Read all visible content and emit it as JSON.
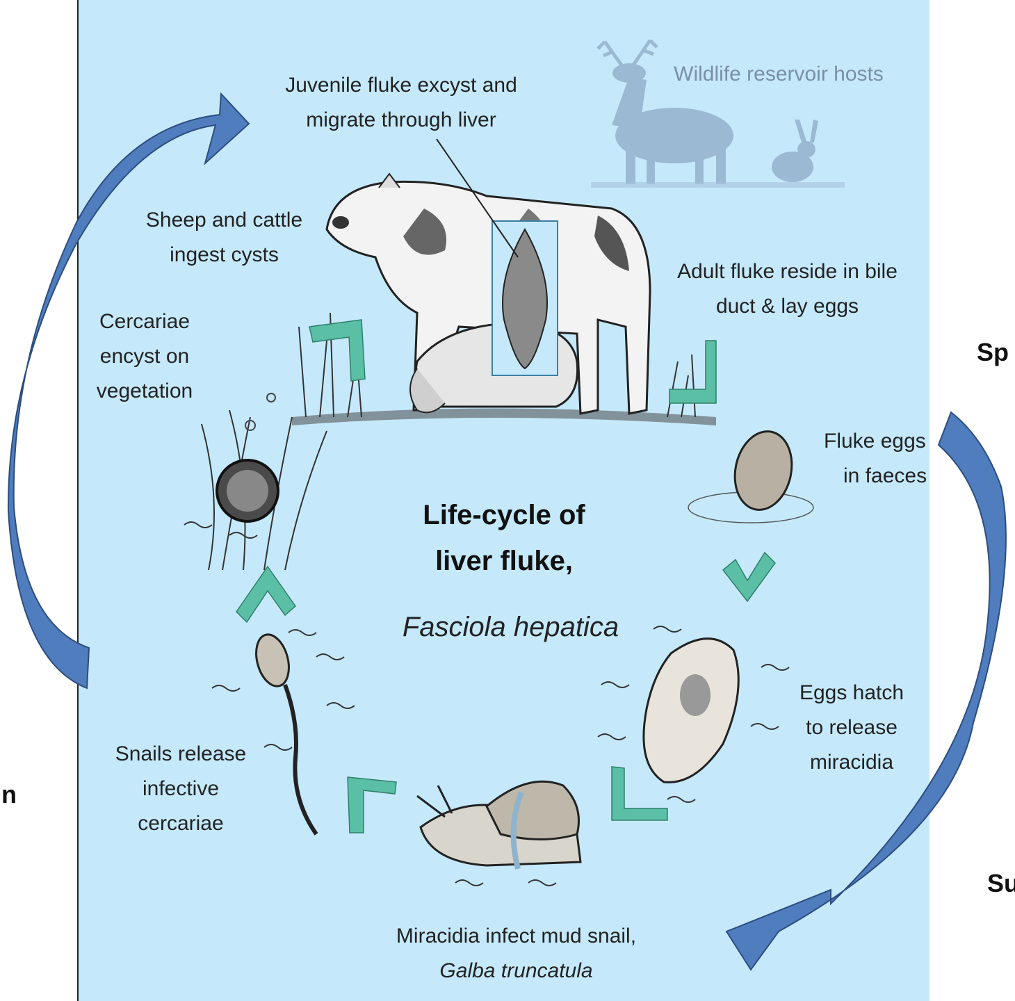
{
  "title_lines": [
    "Life-cycle of",
    "liver fluke,"
  ],
  "species": "Fasciola hepatica",
  "wildlife_label": "Wildlife reservoir hosts",
  "stages": {
    "juvenile": [
      "Juvenile fluke excyst and",
      "migrate through liver"
    ],
    "ingest": [
      "Sheep and cattle",
      "ingest cysts"
    ],
    "encyst": [
      "Cercariae",
      "encyst on",
      "vegetation"
    ],
    "adult": [
      "Adult fluke reside in bile",
      "duct & lay eggs"
    ],
    "eggs": [
      "Fluke eggs",
      "in faeces"
    ],
    "hatch": [
      "Eggs hatch",
      "to release",
      "miracidia"
    ],
    "snail_infect": [
      "Miracidia infect mud snail,"
    ],
    "snail_species": "Galba truncatula",
    "release": [
      "Snails release",
      "infective",
      "cercariae"
    ]
  },
  "edge_labels": {
    "right_top": "Sp",
    "right_bottom": "Su",
    "left": "n"
  },
  "colors": {
    "panel": "#c5e9fb",
    "arrow": "#4f7dbe",
    "arrow_edge": "#2c4d7e",
    "chevron": "#5bbfa5",
    "ink": "#2a2a2a"
  }
}
